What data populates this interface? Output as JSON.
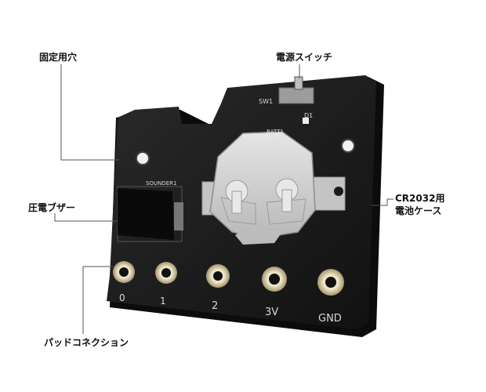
{
  "callouts": {
    "mount_hole": "固定用穴",
    "power_switch": "電源スイッチ",
    "buzzer": "圧電ブザー",
    "battery_line1": "CR2032用",
    "battery_line2": "電池ケース",
    "pads": "パッドコネクション"
  },
  "silkscreen": {
    "switch": "SW1",
    "led": "D1",
    "battery": "BATT1",
    "sounder": "SOUNDER1"
  },
  "pad_labels": [
    "0",
    "1",
    "2",
    "3V",
    "GND"
  ],
  "colors": {
    "pcb": "#1b1b1b",
    "silk": "#d8d8d8",
    "pad_gold": "#c9b98e",
    "battery_holder": "#d4d4d4",
    "leader_line": "#555555"
  },
  "icons": [
    "mount-hole-icon",
    "slide-switch-icon",
    "led-icon",
    "coin-cell-holder-icon",
    "piezo-buzzer-icon",
    "pad-ring-icon"
  ]
}
